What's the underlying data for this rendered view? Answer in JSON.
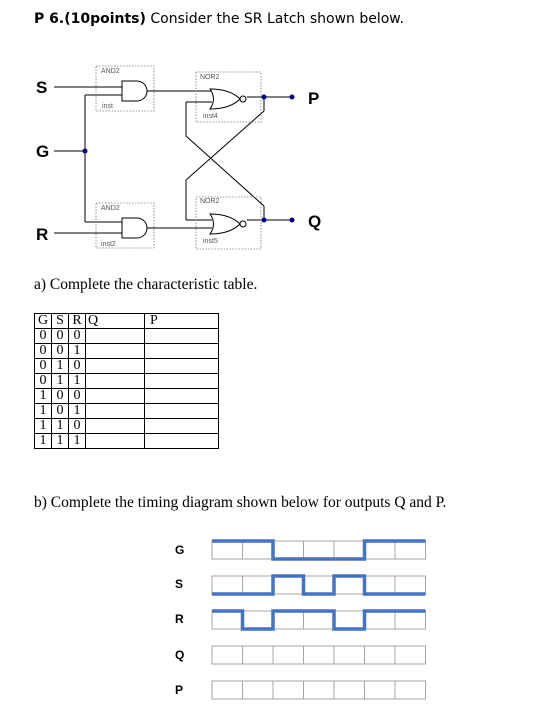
{
  "question": {
    "number": "P 6.(10points)",
    "text": " Consider the SR Latch shown below."
  },
  "circuit": {
    "inputs": [
      "S",
      "G",
      "R"
    ],
    "outputs": [
      "P",
      "Q"
    ],
    "gates": [
      {
        "type": "AND2",
        "instance": "inst"
      },
      {
        "type": "AND2",
        "instance": "inst2"
      },
      {
        "type": "NOR2",
        "instance": "inst4"
      },
      {
        "type": "NOR2",
        "instance": "inst5"
      }
    ]
  },
  "part_a": {
    "prompt": "a) Complete the characteristic table.",
    "headers": [
      "G",
      "S",
      "R",
      "Q",
      "P"
    ],
    "rows": [
      [
        "0",
        "0",
        "0",
        "",
        ""
      ],
      [
        "0",
        "0",
        "1",
        "",
        ""
      ],
      [
        "0",
        "1",
        "0",
        "",
        ""
      ],
      [
        "0",
        "1",
        "1",
        "",
        ""
      ],
      [
        "1",
        "0",
        "0",
        "",
        ""
      ],
      [
        "1",
        "0",
        "1",
        "",
        ""
      ],
      [
        "1",
        "1",
        "0",
        "",
        ""
      ],
      [
        "1",
        "1",
        "1",
        "",
        ""
      ]
    ]
  },
  "part_b": {
    "prompt": "b) Complete the timing diagram shown below for outputs Q and P.",
    "signals": [
      {
        "label": "G",
        "levels": [
          1,
          1,
          0,
          0,
          0,
          1,
          1
        ]
      },
      {
        "label": "S",
        "levels": [
          0,
          0,
          1,
          0,
          1,
          0,
          0
        ]
      },
      {
        "label": "R",
        "levels": [
          1,
          0,
          1,
          1,
          0,
          1,
          1
        ]
      },
      {
        "label": "Q",
        "levels": null
      },
      {
        "label": "P",
        "levels": null
      }
    ],
    "wave_color": "#4472c4",
    "grid_color": "#a6a6a6"
  }
}
